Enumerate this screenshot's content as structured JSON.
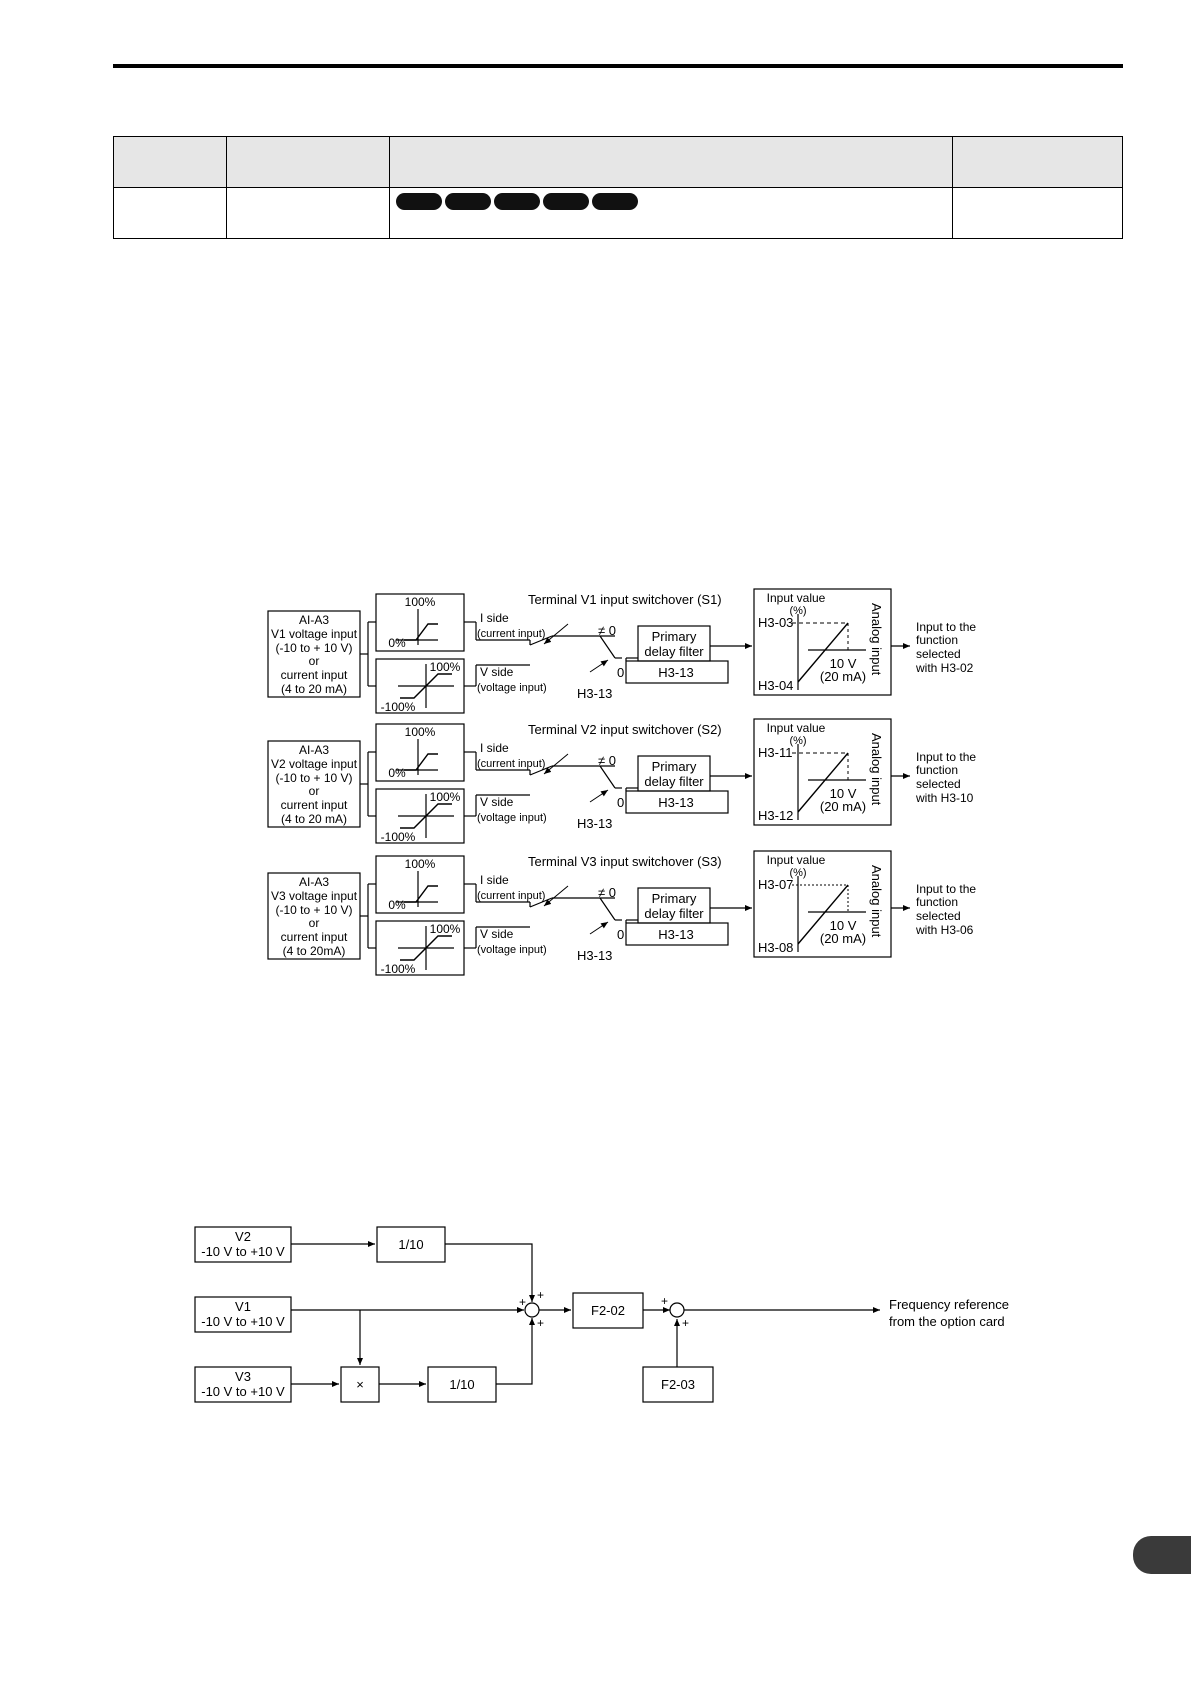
{
  "page": {
    "tab_color": "#3a3a3a",
    "header_fill": "#e6e6e6"
  },
  "table": {
    "columns": [
      "",
      "",
      "",
      ""
    ],
    "row": [
      "",
      "",
      "",
      ""
    ],
    "badges": [
      "",
      "",
      "",
      "",
      ""
    ]
  },
  "diagram1": {
    "channels": [
      {
        "src": [
          "AI-A3",
          "V1 voltage input",
          "(-10 to + 10 V)",
          "or",
          "current input",
          "(4 to 20 mA)"
        ],
        "switch_title": "Terminal V1 input switchover (S1)",
        "hi_label": "H3-03",
        "lo_label": "H3-04",
        "out": [
          "Input to the",
          "function",
          "selected",
          "with H3-02"
        ]
      },
      {
        "src": [
          "AI-A3",
          "V2 voltage input",
          "(-10 to + 10 V)",
          "or",
          "current input",
          "(4 to 20 mA)"
        ],
        "switch_title": "Terminal V2 input switchover (S2)",
        "hi_label": "H3-11",
        "lo_label": "H3-12",
        "out": [
          "Input to the",
          "function",
          "selected",
          "with H3-10"
        ]
      },
      {
        "src": [
          "AI-A3",
          "V3 voltage input",
          "(-10 to + 10 V)",
          "or",
          "current input",
          "(4 to 20mA)"
        ],
        "switch_title": "Terminal V3 input switchover (S3)",
        "hi_label": "H3-07",
        "lo_label": "H3-08",
        "out": [
          "Input to the",
          "function",
          "selected",
          "with H3-06"
        ]
      }
    ],
    "pct_100": "100%",
    "pct_0": "0%",
    "pct_neg100": "-100%",
    "i_side": "I side",
    "i_side_sub": "(current input)",
    "v_side": "V side",
    "v_side_sub": "(voltage input)",
    "neq0": "≠ 0",
    "zero": "0",
    "h313": "H3-13",
    "filter": [
      "Primary",
      "delay filter"
    ],
    "filter_param": "H3-13",
    "input_value": "Input value",
    "pct_unit": "(%)",
    "v10": "10 V",
    "ma20": "(20 mA)",
    "analog_input": "Analog input"
  },
  "diagram2": {
    "v2": [
      "V2",
      "-10 V to +10 V"
    ],
    "v1": [
      "V1",
      "-10 V to +10 V"
    ],
    "v3": [
      "V3",
      "-10 V to +10 V"
    ],
    "div_top": "1/10",
    "mult": "×",
    "div_bot": "1/10",
    "gain": "F2-02",
    "bias": "F2-03",
    "plus": "+",
    "output": [
      "Frequency reference",
      "from the option card"
    ]
  }
}
